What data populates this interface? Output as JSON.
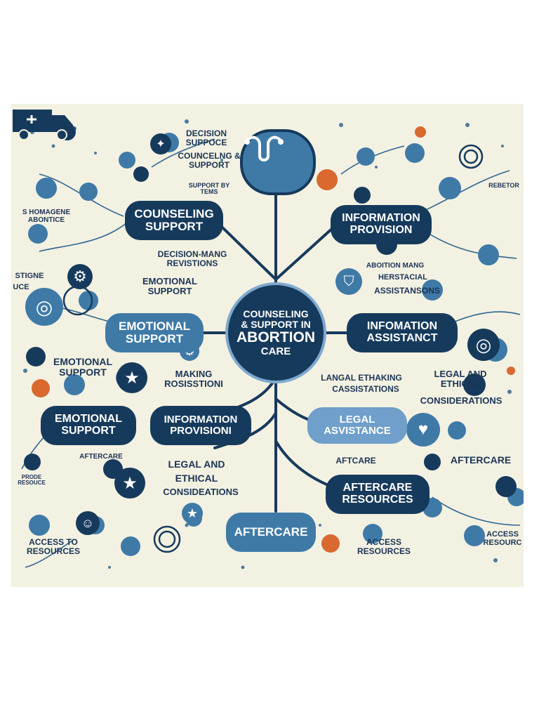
{
  "center": {
    "line1": "COUNSELING",
    "line2": "& SUPPORT IN",
    "line3": "ABORTION",
    "line4": "CARE"
  },
  "nodes": {
    "counseling_support": "COUNSELING SUPPORT",
    "information_provision_top": "INFORMATION PROVISION",
    "emotional_support_mid": "EMOTIONAL SUPPORT",
    "information_assistance": "INFOMATION ASSISTANCT",
    "emotional_support_low": "EMOTIONAL SUPPORT",
    "information_provision_low": "INFORMATION PROVISIONI",
    "legal_assistance": "LEGAL ASVISTANCE",
    "aftercare_resources": "AFTERCARE RESOURCES",
    "aftercare_bottom": "AFTERCARE"
  },
  "labels": {
    "decision_support": "DECISION SUPPOCE",
    "counseling_support_small": "COUNCELNG & SUPPORT",
    "support_small": "SUPPORT BY TEMS",
    "managing_notice": "S HOMAGENE ABONTICE",
    "decision_making": "DECISION-MANG REVISTIONS",
    "emotional_support_small": "EMOTIONAL SUPPORT",
    "stigne": "STIGNE",
    "uce": "UCE",
    "abortion_making": "ABOITION MANG",
    "herstacial": "HERSTACIAL",
    "assistances": "ASSISTANSONS",
    "rebetor": "REBETOR",
    "emotional_support_left": "EMOTIONAL SUPPORT",
    "making_revisions": "MAKING ROSISSTIONI",
    "legal_making": "LANGAL ETHAKING",
    "cassistations": "CASSISTATIONS",
    "legal_ethical_right": "LEGAL AND ETHICAL",
    "considerations_right": "CONSIDERATIONS",
    "aftercare_small_left": "AFTERCARE",
    "prode_resource": "PRODE RESOUCE",
    "legal_ethical_left_1": "LEGAL AND",
    "legal_ethical_left_2": "ETHICAL",
    "considerations_left": "CONSIDEATIONS",
    "access_to_resources": "ACCESS TO RESOURCES",
    "aftercare_small_right": "AFTCARE",
    "aftercare_right": "AFTERCARE",
    "access_resources_mid": "ACCESS RESOURCES",
    "access_resources_right": "ACCESS RESOURC"
  },
  "colors": {
    "dark_navy": "#163a5c",
    "mid_blue": "#3f7aa7",
    "light_blue": "#6f9fca",
    "accent_orange": "#d9692f",
    "background": "#f3f1e2"
  },
  "icons": [
    "uterus-icon",
    "heart-icon",
    "truck-icon",
    "star-icon",
    "person-icon",
    "gear-icon",
    "target-icon",
    "lightbulb-icon",
    "shield-icon"
  ]
}
